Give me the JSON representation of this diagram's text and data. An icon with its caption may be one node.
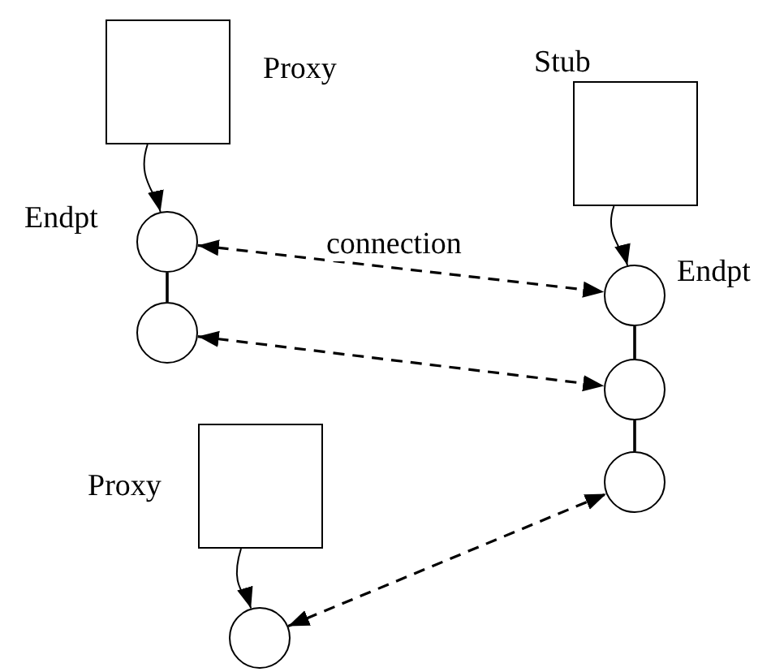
{
  "diagram": {
    "nodes": [
      {
        "text": [
          "Proxy"
        ]
      },
      {
        "text": [
          "Stub"
        ]
      },
      {
        "text": [
          "Endpt"
        ]
      },
      {
        "text": [
          "Endpt"
        ]
      },
      {
        "text": [],
        "shape": "circle"
      },
      {
        "text": [],
        "shape": "circle"
      },
      {
        "text": [
          "Proxy"
        ]
      },
      {
        "text": [],
        "shape": "circle"
      },
      {
        "text": [],
        "shape": "circle"
      }
    ],
    "edges": [
      {
        "from": 0,
        "to": 2,
        "arrow": "to"
      },
      {
        "from": 1,
        "to": 3,
        "arrow": "to"
      },
      {
        "from": 2,
        "to": 4,
        "arrow": "none"
      },
      {
        "from": 3,
        "to": 5,
        "arrow": "none"
      },
      {
        "from": 5,
        "to": 7,
        "arrow": "none"
      },
      {
        "from": 6,
        "to": 8,
        "arrow": "to"
      },
      {
        "from": 2,
        "to": 3,
        "arrow": "both",
        "style": "dashed",
        "label": "connection"
      },
      {
        "from": 4,
        "to": 5,
        "arrow": "both",
        "style": "dashed"
      },
      {
        "from": 8,
        "to": 7,
        "arrow": "both",
        "style": "dashed"
      }
    ]
  }
}
